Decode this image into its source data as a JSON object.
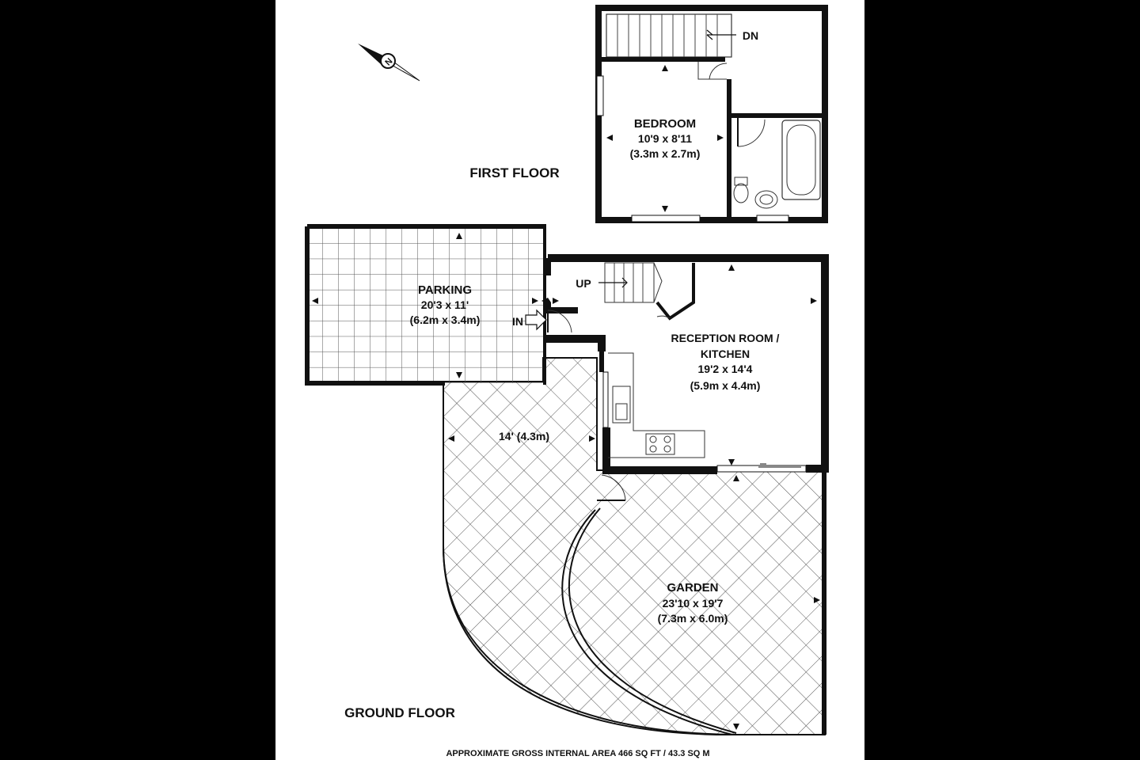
{
  "floors": {
    "first": "FIRST FLOOR",
    "ground": "GROUND FLOOR"
  },
  "rooms": {
    "bedroom": {
      "name": "BEDROOM",
      "imperial": "10'9 x 8'11",
      "metric": "(3.3m x 2.7m)"
    },
    "parking": {
      "name": "PARKING",
      "imperial": "20'3 x 11'",
      "metric": "(6.2m x 3.4m)"
    },
    "reception": {
      "name_line1": "RECEPTION ROOM /",
      "name_line2": "KITCHEN",
      "imperial": "19'2 x 14'4",
      "metric": "(5.9m x 4.4m)"
    },
    "garden": {
      "name": "GARDEN",
      "imperial": "23'10 x 19'7",
      "metric": "(7.3m x 6.0m)"
    },
    "side_passage": {
      "dimension": "14' (4.3m)"
    }
  },
  "stairs": {
    "down": "DN",
    "up": "UP"
  },
  "entrance": "IN",
  "compass": {
    "letter": "N",
    "icon": "compass-icon"
  },
  "footer": "APPROXIMATE GROSS INTERNAL AREA 466 SQ FT / 43.3 SQ M",
  "colors": {
    "wall": "#111111",
    "background": "#ffffff",
    "grid": "#555555",
    "letterbox": "#000000"
  }
}
